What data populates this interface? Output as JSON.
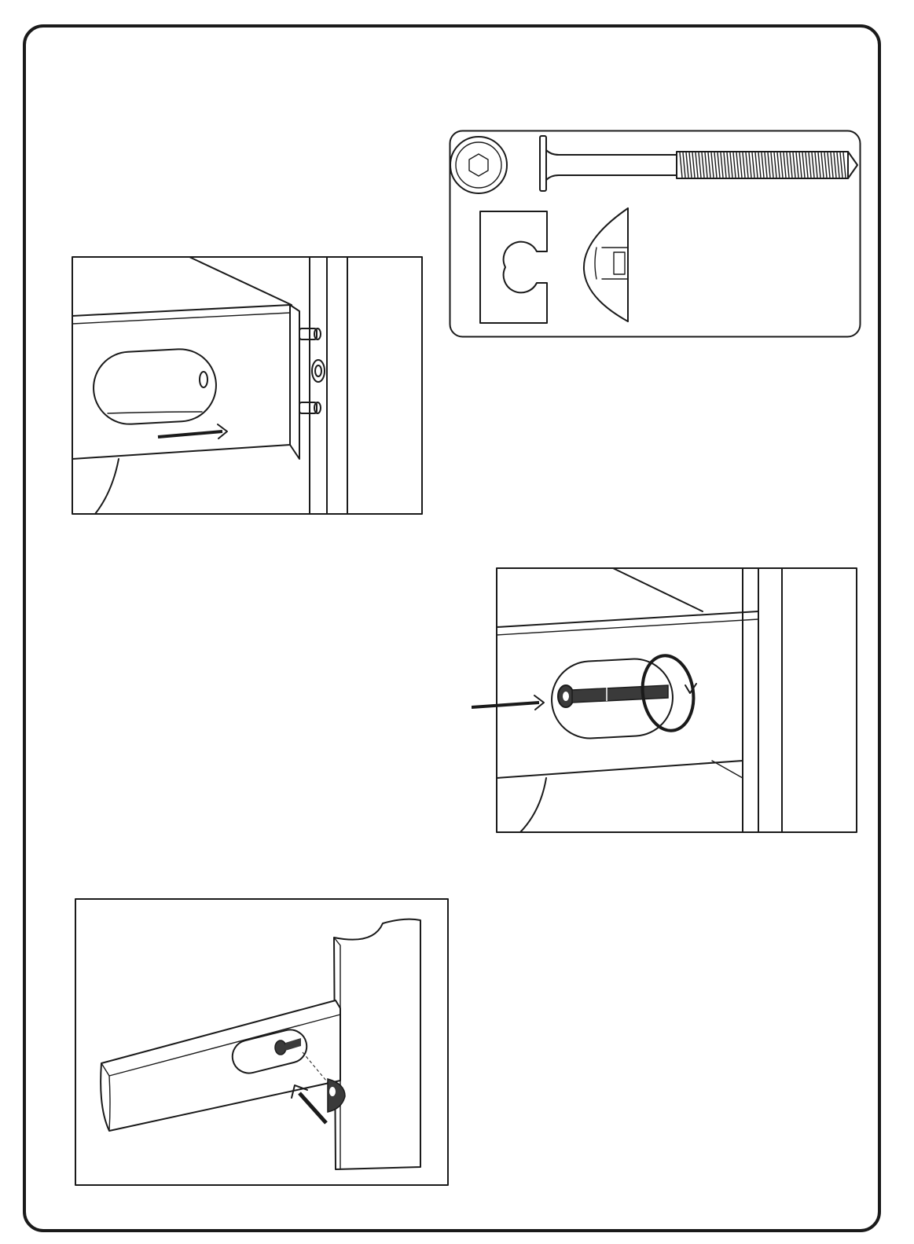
{
  "page": {
    "background": "#ffffff",
    "line_color": "#1a1a1a",
    "hardware_color": "#3a3a3a"
  },
  "figures": [
    {
      "id": "hardware-legend",
      "contents": [
        "hex-socket-icon",
        "connector-bolt",
        "barrel-nut-side",
        "barrel-nut-front"
      ]
    },
    {
      "id": "step-1-align-rail",
      "arrow": "arrow-right"
    },
    {
      "id": "step-2-insert-bolt",
      "arrow": "arrow-right",
      "rotation": "rotate-clockwise-icon"
    },
    {
      "id": "step-3-insert-nut",
      "arrow": "arrow-up-left"
    }
  ]
}
